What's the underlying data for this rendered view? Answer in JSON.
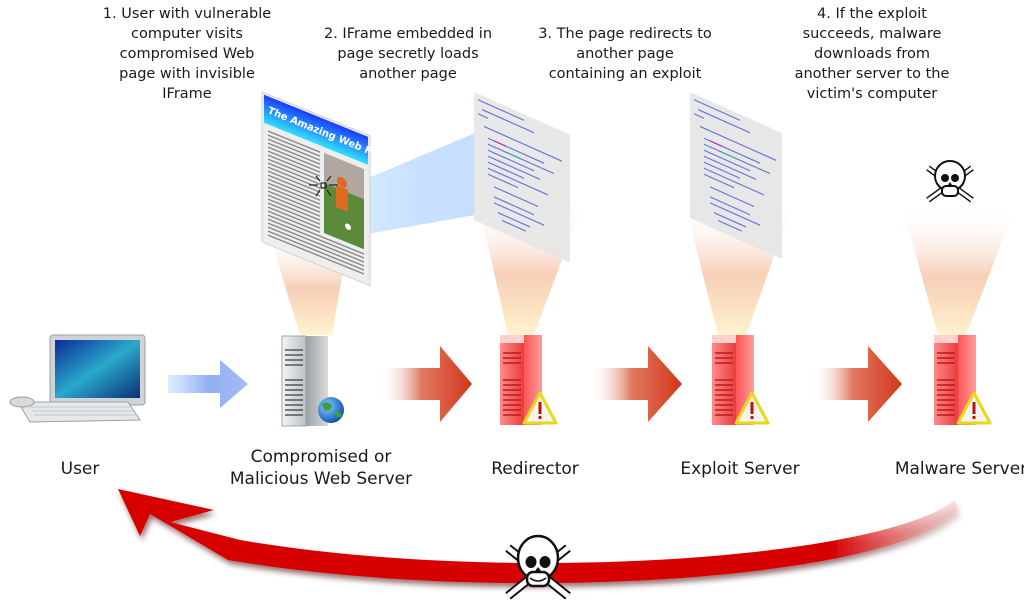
{
  "steps": [
    {
      "lines": [
        "1. User with vulnerable",
        "computer visits",
        "compromised Web",
        "page with invisible",
        "IFrame"
      ]
    },
    {
      "lines": [
        "2. IFrame embedded in",
        "page secretly loads",
        "another page"
      ]
    },
    {
      "lines": [
        "3. The page redirects to",
        "another page",
        "containing an exploit"
      ]
    },
    {
      "lines": [
        "4. If the exploit",
        "succeeds, malware",
        "downloads from",
        "another server to the",
        "victim's computer"
      ]
    }
  ],
  "nodes": [
    {
      "label_lines": [
        "User"
      ],
      "icon": "desktop-computer-icon"
    },
    {
      "label_lines": [
        "Compromised or",
        "Malicious Web Server"
      ],
      "icon": "web-server-globe-icon"
    },
    {
      "label_lines": [
        "Redirector"
      ],
      "icon": "red-server-warning-icon"
    },
    {
      "label_lines": [
        "Exploit Server"
      ],
      "icon": "red-server-warning-icon"
    },
    {
      "label_lines": [
        "Malware Server"
      ],
      "icon": "red-server-warning-icon"
    }
  ],
  "webpage": {
    "title": "The Amazing Web Page"
  },
  "colors": {
    "blue_arrow": "#8fb4f0",
    "red_arrow": "#d8371c",
    "return_arrow": "#d40000",
    "beam": "#f6c9a8",
    "server_red": "#f25a5a",
    "server_gray": "#c8cdd0",
    "warning_yellow": "#f2e21a"
  }
}
